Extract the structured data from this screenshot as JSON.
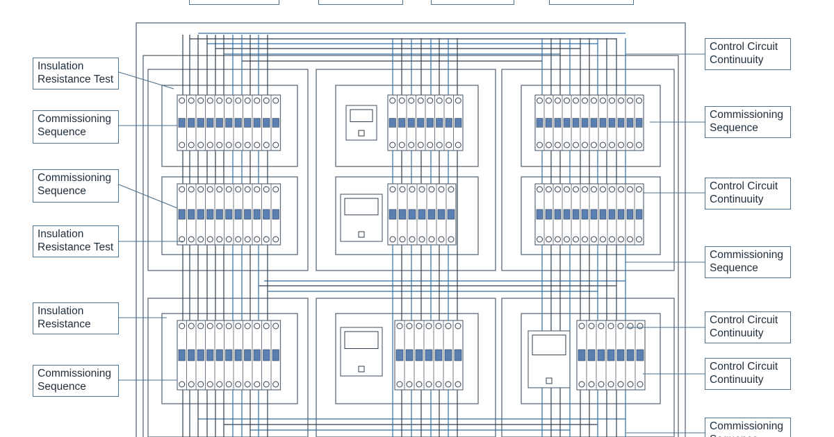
{
  "colors": {
    "frame": "#5c6a78",
    "wire_dark": "#2f3c4a",
    "wire_blue": "#2f6da3",
    "breaker_accent": "#5a80b3",
    "callout_border": "#4a6f8c",
    "text": "#1f2d3a"
  },
  "labels": {
    "l1": "Insulation\nResistance Test",
    "l2": "Commissioning\nSequence",
    "l3": "Commissioning\nSequence",
    "l4": "Insulation\nResistance Test",
    "l5": "Insulation\nResistance",
    "l6": "Commissioning\nSequence",
    "r1": "Control Circuit\nContinuuity",
    "r2": "Commissioning\nSequence",
    "r3": "Control Circuit\nContinuuity",
    "r4": "Commissioning\nSequence",
    "r5": "Control Circuit\nContinuuity",
    "r6": "Control Circuit\nContinuuity",
    "r7": "Commissioning\nSequence"
  }
}
